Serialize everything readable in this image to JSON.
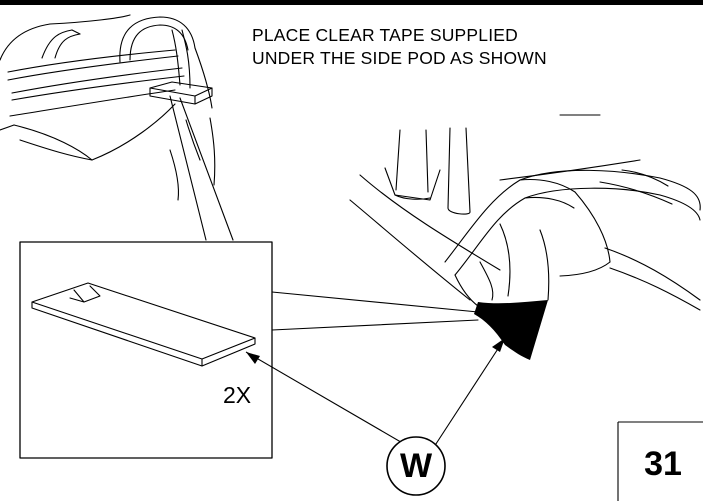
{
  "instruction": {
    "line1": "PLACE CLEAR TAPE SUPPLIED",
    "line2": "UNDER THE SIDE POD AS SHOWN"
  },
  "inset": {
    "quantity_label": "2X"
  },
  "callout": {
    "letter": "W"
  },
  "page": {
    "number": "31"
  }
}
